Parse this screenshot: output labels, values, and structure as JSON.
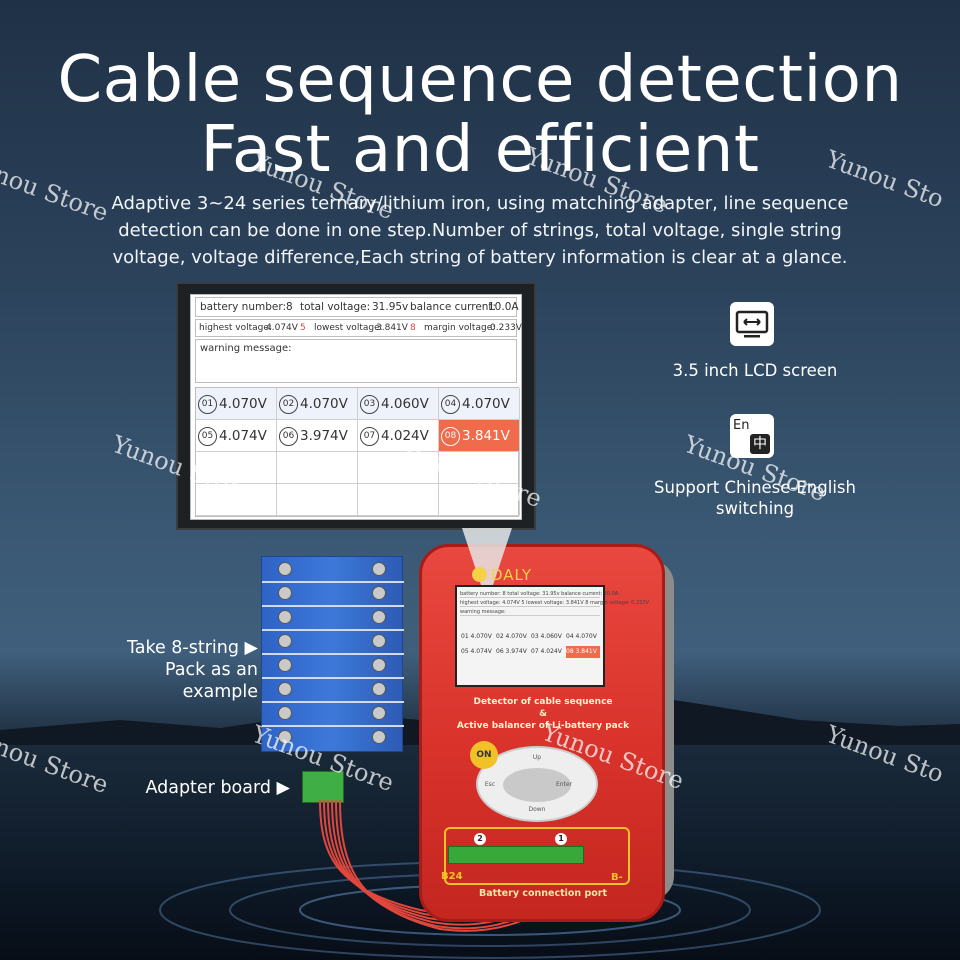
{
  "headline": {
    "line1": "Cable sequence detection",
    "line2": "Fast and efficient"
  },
  "description": {
    "line1": "Adaptive 3~24 series ternary/lithium iron, using matching adapter, line sequence",
    "line2": "detection can be done in one step.Number of strings, total voltage, single string",
    "line3": "voltage, voltage difference,Each string of battery information is clear at a glance."
  },
  "lcd": {
    "battery_number_label": "battery number:",
    "battery_number": "8",
    "total_voltage_label": "total voltage:",
    "total_voltage": "31.95v",
    "balance_current_label": "balance current:",
    "balance_current": "10.0A",
    "highest_voltage_label": "highest voltage:",
    "highest_voltage": "4.074V",
    "highest_index": "5",
    "lowest_voltage_label": "lowest voltage:",
    "lowest_voltage": "3.841V",
    "lowest_index": "8",
    "margin_voltage_label": "margin voltage:",
    "margin_voltage": "0.233V",
    "warning_label": "warning message:",
    "cells": [
      {
        "num": "01",
        "voltage": "4.070V"
      },
      {
        "num": "02",
        "voltage": "4.070V"
      },
      {
        "num": "03",
        "voltage": "4.060V"
      },
      {
        "num": "04",
        "voltage": "4.070V"
      },
      {
        "num": "05",
        "voltage": "4.074V"
      },
      {
        "num": "06",
        "voltage": "3.974V"
      },
      {
        "num": "07",
        "voltage": "4.024V"
      },
      {
        "num": "08",
        "voltage": "3.841V"
      }
    ],
    "highlight_color": "#f06a4c"
  },
  "features": {
    "lcd_screen": "3.5 inch LCD screen",
    "language_line1": "Support Chinese-English",
    "language_line2": "switching",
    "language_icon_en": "En",
    "language_icon_zh": "中"
  },
  "labels": {
    "pack_line1": "Take 8-string ▶",
    "pack_line2": "Pack as an",
    "pack_line3": "example",
    "adapter": "Adapter board ▶"
  },
  "device": {
    "brand": "DALY",
    "title_line1": "Detector of cable sequence",
    "title_line2": "&",
    "title_line3": "Active balancer of Li-battery pack",
    "on_button": "ON",
    "up": "Up",
    "down": "Down",
    "esc": "Esc",
    "enter": "Enter",
    "port1": "1",
    "port2": "2",
    "b24": "B24",
    "bminus": "B-",
    "connector_label": "Battery connection port",
    "mini_screen": {
      "row1": "battery number: 8   total voltage: 31.95v   balance current: 10.0A",
      "row2": "highest voltage: 4.074V 5   lowest voltage: 3.841V 8   margin voltage: 0.233V",
      "row3": "warning message:"
    },
    "brand_color": "#f6d046",
    "body_color": "#d8322b"
  },
  "watermark": "Yunou Store",
  "watermark_partial_left": "nou Store",
  "watermark_partial_right": "Yunou Sto"
}
